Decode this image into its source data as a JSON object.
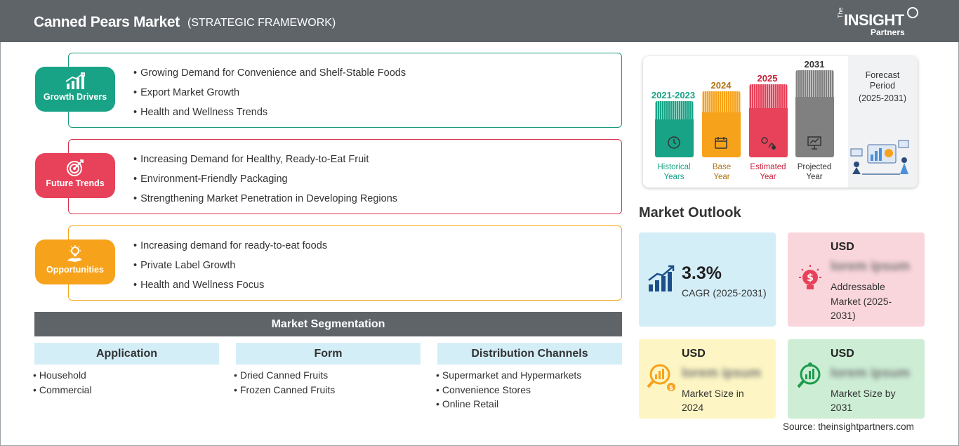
{
  "header": {
    "title": "Canned Pears Market",
    "subtitle": "(STRATEGIC FRAMEWORK)",
    "logo_the": "The",
    "logo_insight": "INSIGHT",
    "logo_partners": "Partners"
  },
  "framework": [
    {
      "label": "Growth Drivers",
      "icon": "bar-chart-growth-icon",
      "color": "#19a386",
      "items": [
        "Growing Demand for Convenience and Shelf-Stable Foods",
        "Export Market Growth",
        "Health and Wellness Trends"
      ]
    },
    {
      "label": "Future Trends",
      "icon": "target-icon",
      "color": "#e8425a",
      "items": [
        "Increasing Demand for Healthy, Ready-to-Eat Fruit",
        "Environment-Friendly Packaging",
        "Strengthening Market Penetration in Developing Regions"
      ]
    },
    {
      "label": "Opportunities",
      "icon": "lightbulb-hand-icon",
      "color": "#f7a21b",
      "items": [
        "Increasing demand for ready-to-eat foods",
        "Private Label Growth",
        "Health and Wellness Focus"
      ]
    }
  ],
  "segmentation": {
    "title": "Market Segmentation",
    "columns": [
      {
        "header": "Application",
        "items": [
          "Household",
          "Commercial"
        ]
      },
      {
        "header": "Form",
        "items": [
          "Dried Canned Fruits",
          "Frozen Canned Fruits"
        ]
      },
      {
        "header": "Distribution Channels",
        "items": [
          "Supermarket and Hypermarkets",
          "Convenience Stores",
          "Online Retail"
        ]
      }
    ]
  },
  "timeline": {
    "periods": [
      {
        "year": "2021-2023",
        "label_1": "Historical",
        "label_2": "Years",
        "color": "#19a386"
      },
      {
        "year": "2024",
        "label_1": "Base",
        "label_2": "Year",
        "color": "#f7a21b"
      },
      {
        "year": "2025",
        "label_1": "Estimated",
        "label_2": "Year",
        "color": "#e8425a"
      },
      {
        "year": "2031",
        "label_1": "Projected",
        "label_2": "Year",
        "color": "#808080"
      }
    ],
    "forecast_line1": "Forecast",
    "forecast_line2": "Period",
    "forecast_line3": "(2025-2031)"
  },
  "outlook": {
    "title": "Market Outlook",
    "cagr_value": "3.3%",
    "cagr_label": "CAGR (2025-2031)",
    "addressable": {
      "usd": "USD",
      "value": "lorem ipsum",
      "desc_1": "Addressable",
      "desc_2": "Market (2025-",
      "desc_3": "2031)"
    },
    "size_2024": {
      "usd": "USD",
      "value": "lorem ipsum",
      "desc_1": "Market Size in",
      "desc_2": "2024"
    },
    "size_2031": {
      "usd": "USD",
      "value": "lorem ipsum",
      "desc_1": "Market Size by",
      "desc_2": "2031"
    }
  },
  "source": "Source: theinsightpartners.com"
}
